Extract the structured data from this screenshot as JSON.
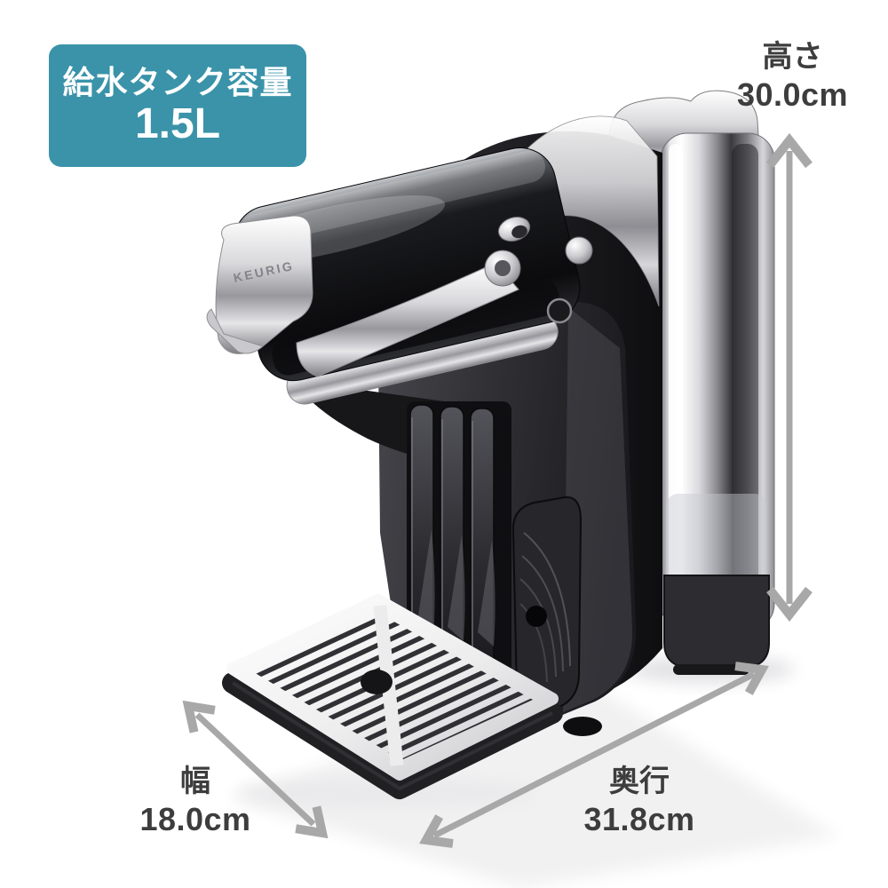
{
  "badge": {
    "title": "給水タンク容量",
    "value": "1.5L"
  },
  "dimensions": {
    "height": {
      "label": "高さ",
      "value": "30.0cm"
    },
    "width": {
      "label": "幅",
      "value": "18.0cm"
    },
    "depth": {
      "label": "奥行",
      "value": "31.8cm"
    }
  },
  "product": {
    "brand": "KEURIG"
  },
  "colors": {
    "background": "#ffffff",
    "badge_bg": "#3a93a9",
    "badge_text": "#ffffff",
    "dimension_text": "#3d3d3d",
    "arrow": "#a8a8a8",
    "product_black": "#1b1b1e",
    "product_chrome": "#d9d9dc"
  }
}
